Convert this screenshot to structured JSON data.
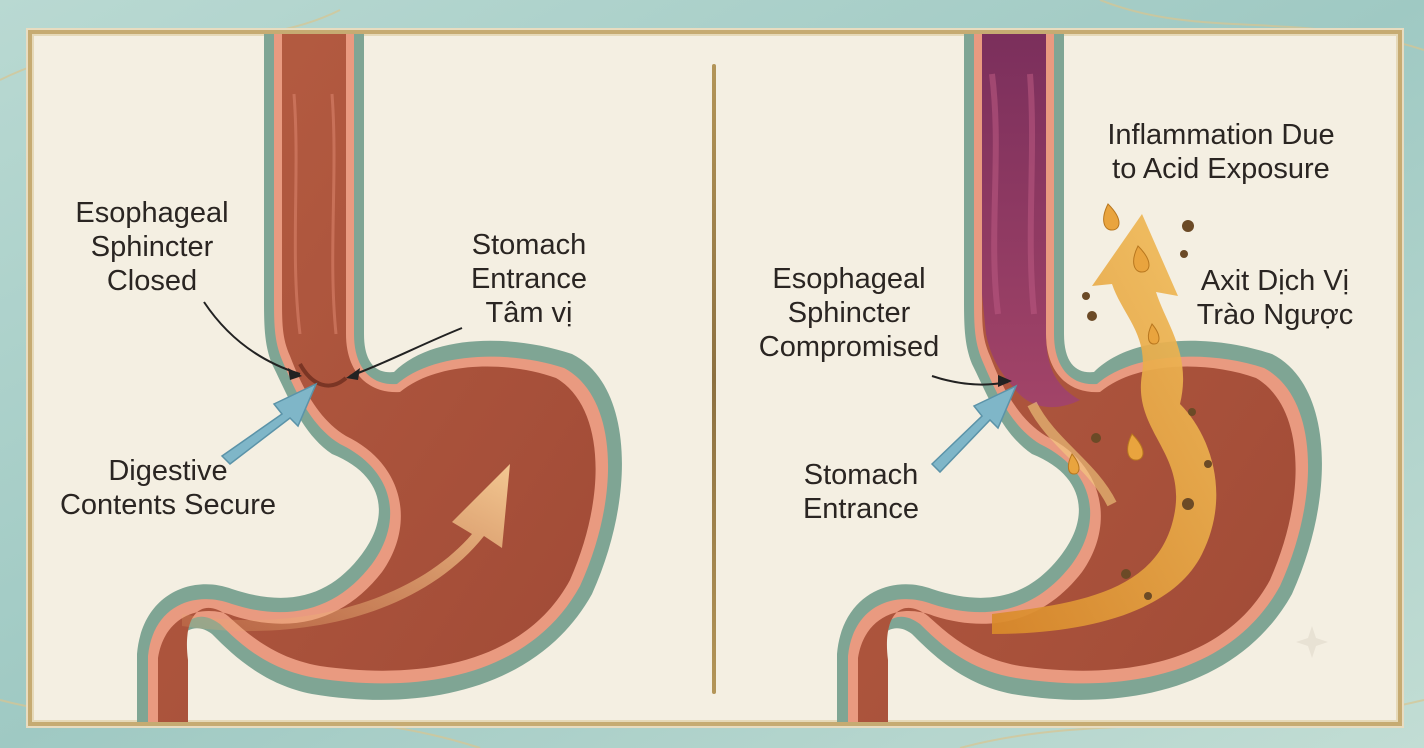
{
  "left_panel": {
    "sphincter_closed_label": "Esophageal\nSphincter\nClosed",
    "stomach_entrance_label": "Stomach\nEntrance\nTâm vị",
    "contents_secure_label": "Digestive\nContents Secure"
  },
  "right_panel": {
    "inflammation_label": "Inflammation Due\nto Acid Exposure",
    "acid_reflux_label": "Axit Dịch Vị\nTrào Ngược",
    "sphincter_compromised_label": "Esophageal\nSphincter\nCompromised",
    "stomach_entrance_label": "Stomach\nEntrance"
  },
  "colors": {
    "tissue": "#c26a4c",
    "lining": "#e99a80",
    "outer_wall": "#7fa594",
    "inflamed": "#8a3b63",
    "acid": "#e9a43e",
    "pointer_blue": "#7fb6c8",
    "frame_gold": "#c6ab72"
  }
}
